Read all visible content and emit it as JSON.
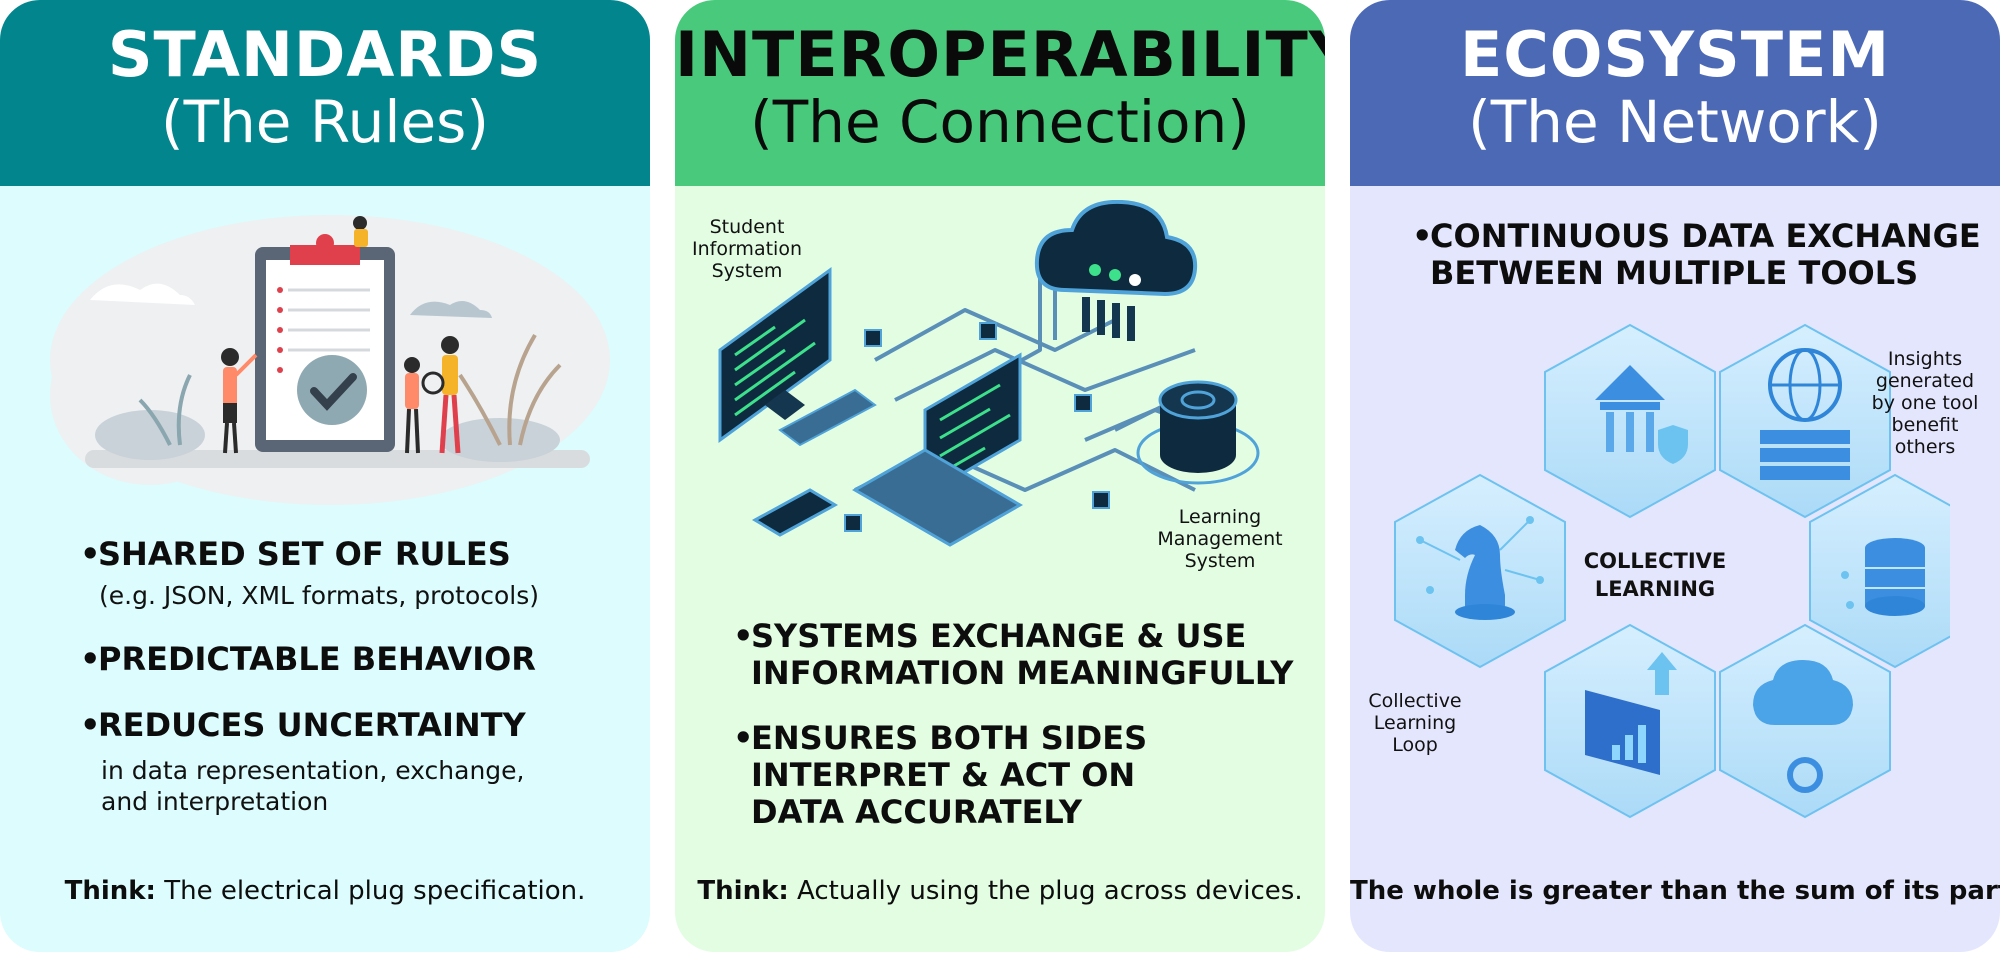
{
  "standards": {
    "title": "STANDARDS",
    "subtitle": "(The Rules)",
    "bullet1": "SHARED SET OF RULES",
    "bullet1_detail": "(e.g. JSON, XML formats, protocols)",
    "bullet2": "PREDICTABLE BEHAVIOR",
    "bullet3": "REDUCES UNCERTAINTY",
    "bullet3_detail_1": "in data representation, exchange,",
    "bullet3_detail_2": "and interpretation",
    "think_label": "Think:",
    "think_text": " The electrical plug specification."
  },
  "interoperability": {
    "title": "INTEROPERABILITY",
    "subtitle": "(The Connection)",
    "sis_label_1": "Student",
    "sis_label_2": "Information",
    "sis_label_3": "System",
    "lms_label_1": "Learning",
    "lms_label_2": "Management",
    "lms_label_3": "System",
    "bullet1_line1": "SYSTEMS EXCHANGE & USE",
    "bullet1_line2": "INFORMATION MEANINGFULLY",
    "bullet2_line1": "ENSURES BOTH SIDES",
    "bullet2_line2": "INTERPRET & ACT ON",
    "bullet2_line3": "DATA ACCURATELY",
    "think_label": "Think:",
    "think_text": " Actually using the plug across devices."
  },
  "ecosystem": {
    "title": "ECOSYSTEM",
    "subtitle": "(The Network)",
    "bullet1_line1": "CONTINUOUS DATA EXCHANGE",
    "bullet1_line2": "BETWEEN MULTIPLE TOOLS",
    "center_label_1": "COLLECTIVE",
    "center_label_2": "LEARNING",
    "insights_1": "Insights",
    "insights_2": "generated",
    "insights_3": "by one tool",
    "insights_4": "benefit",
    "insights_5": "others",
    "loop_1": "Collective",
    "loop_2": "Learning",
    "loop_3": "Loop",
    "footer": "The whole is greater than the sum of its parts."
  }
}
